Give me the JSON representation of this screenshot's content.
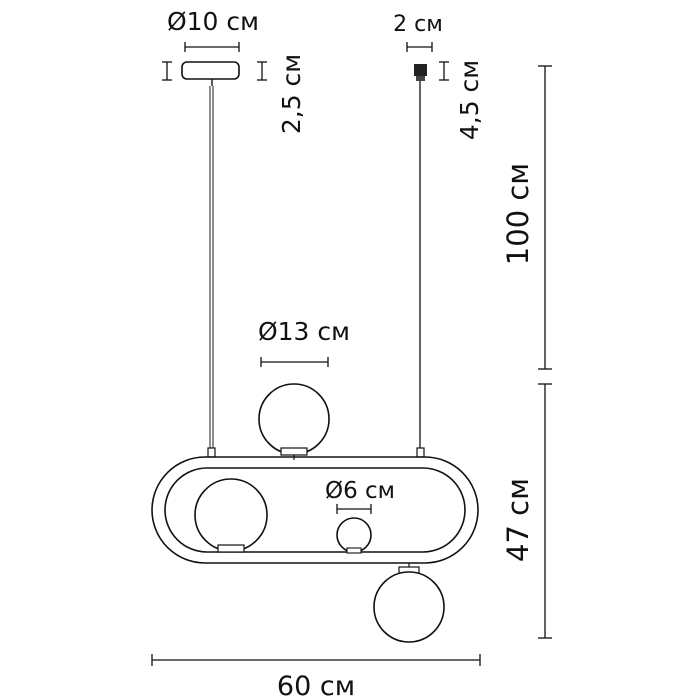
{
  "dimensions": {
    "canopy_diameter": "Ø10 см",
    "canopy_height": "2,5 см",
    "clamp_width": "2 см",
    "clamp_height": "4,5 см",
    "cable_length": "100 см",
    "large_sphere_diameter": "Ø13 см",
    "small_sphere_diameter": "Ø6 см",
    "fixture_height": "47 см",
    "fixture_width": "60 см"
  }
}
